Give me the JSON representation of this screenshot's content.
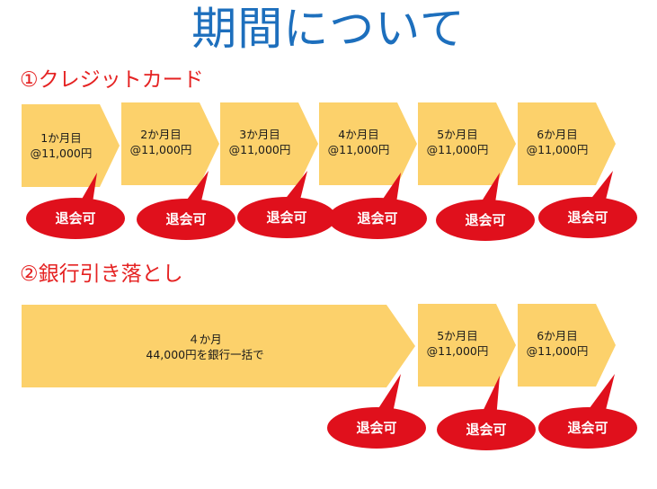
{
  "title": "期間について",
  "sections": {
    "card": {
      "label": "①クレジットカード",
      "steps": [
        {
          "month": "1か月目",
          "price": "@11,000円"
        },
        {
          "month": "2か月目",
          "price": "@11,000円"
        },
        {
          "month": "3か月目",
          "price": "@11,000円"
        },
        {
          "month": "4か月目",
          "price": "@11,000円"
        },
        {
          "month": "5か月目",
          "price": "@11,000円"
        },
        {
          "month": "6か月目",
          "price": "@11,000円"
        }
      ],
      "bubbles": [
        "退会可",
        "退会可",
        "退会可",
        "退会可",
        "退会可",
        "退会可"
      ]
    },
    "bank": {
      "label": "②銀行引き落とし",
      "steps": [
        {
          "month": "４か月",
          "price": "44,000円を銀行一括で"
        },
        {
          "month": "5か月目",
          "price": "@11,000円"
        },
        {
          "month": "6か月目",
          "price": "@11,000円"
        }
      ],
      "bubbles": [
        "退会可",
        "退会可",
        "退会可"
      ]
    }
  },
  "colors": {
    "title": "#1d6fbd",
    "section": "#e52222",
    "chevron": "#fcd16b",
    "bubble": "#e0101c"
  }
}
